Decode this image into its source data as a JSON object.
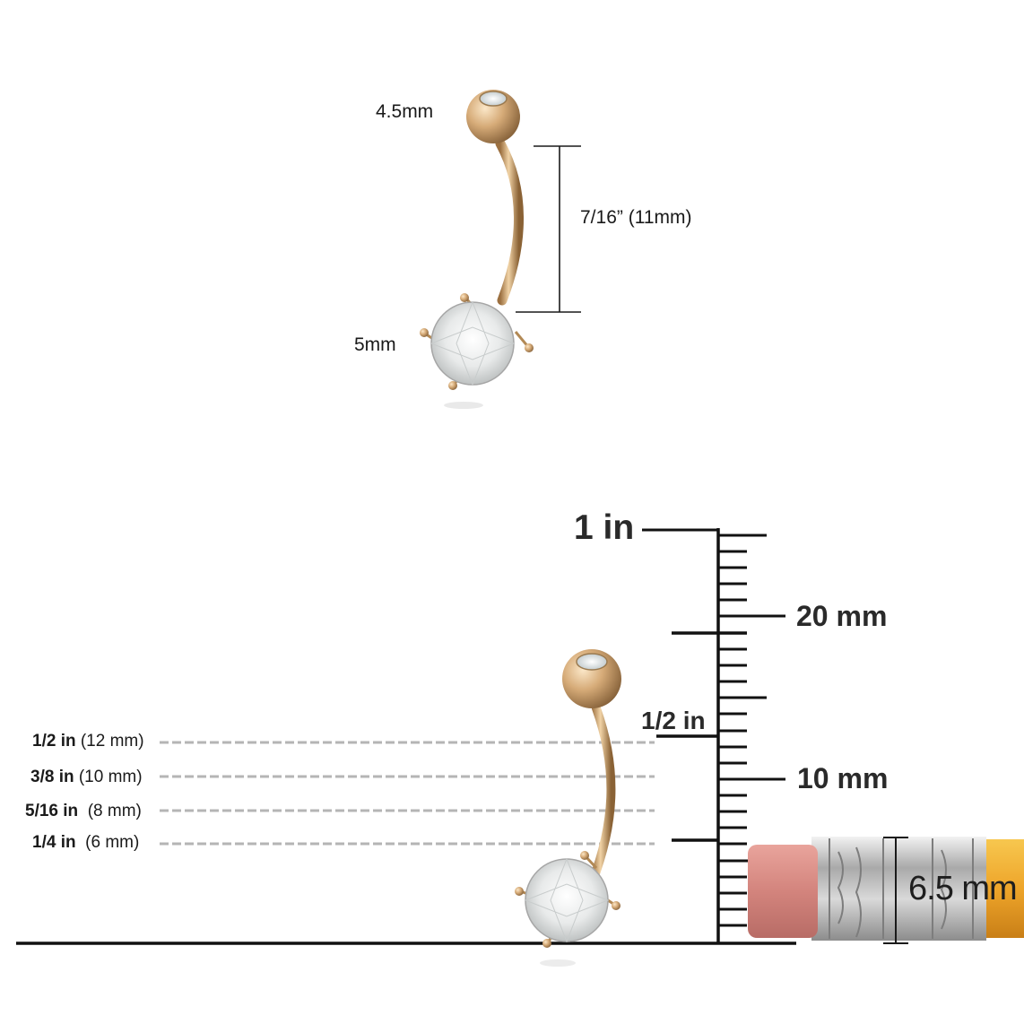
{
  "top": {
    "ball_label": "4.5mm",
    "gem_label": "5mm",
    "length_label": "7/16” (11mm)"
  },
  "ruler": {
    "label_1in": "1 in",
    "label_20mm": "20 mm",
    "label_half_in": "1/2 in",
    "label_10mm": "10 mm"
  },
  "sizes": [
    {
      "fraction": "1/2 in",
      "metric": "(12 mm)"
    },
    {
      "fraction": "3/8 in",
      "metric": "(10 mm)"
    },
    {
      "fraction": "5/16 in",
      "metric": "(8 mm)"
    },
    {
      "fraction": "1/4 in",
      "metric": "(6 mm)"
    }
  ],
  "pencil": {
    "eraser_label": "6.5 mm"
  },
  "colors": {
    "gold": "#c9a06a",
    "gold_dark": "#8a6235",
    "eraser": "#d98a84",
    "ferrule": "#b9b9b9",
    "pencil_body": "#f2b333",
    "dashed_line": "#b5b5b5"
  }
}
